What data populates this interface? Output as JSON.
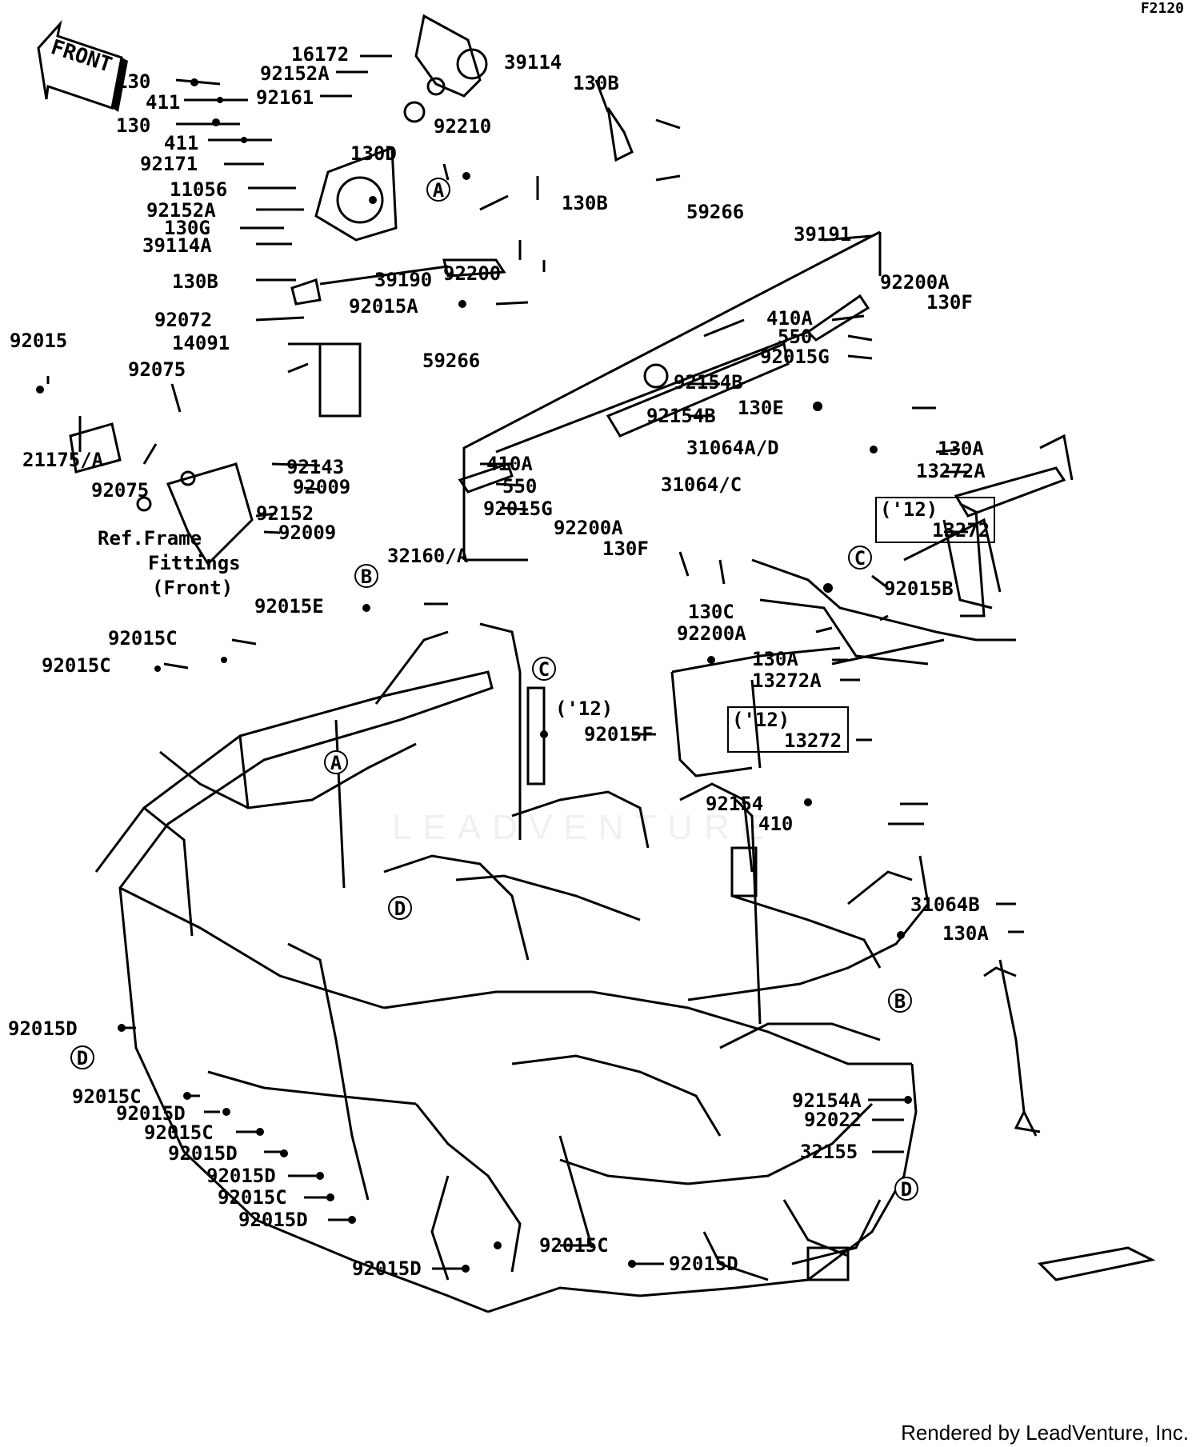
{
  "figure_code": "F2120",
  "front_label": "FRONT",
  "credit": "Rendered by LeadVenture, Inc.",
  "watermark": "LEADVENTURE",
  "ref_note": [
    "Ref.Frame",
    "Fittings",
    "(Front)"
  ],
  "year_note": "('12)",
  "callouts": [
    "A",
    "B",
    "C",
    "D"
  ],
  "parts": {
    "p16172": "16172",
    "p92152A": "92152A",
    "p92161": "92161",
    "p130": "130",
    "p411": "411",
    "p92171": "92171",
    "p11056": "11056",
    "p130G": "130G",
    "p39114A": "39114A",
    "p130B": "130B",
    "p39114": "39114",
    "p92210": "92210",
    "p130D": "130D",
    "p39190": "39190",
    "p92200": "92200",
    "p92015A": "92015A",
    "p92072": "92072",
    "p14091": "14091",
    "p92015": "92015",
    "p92075": "92075",
    "p21175A": "21175/A",
    "p92143": "92143",
    "p92009": "92009",
    "p92152": "92152",
    "p59266": "59266",
    "p39191": "39191",
    "p410A": "410A",
    "p550": "550",
    "p92015G": "92015G",
    "p92154B": "92154B",
    "p92200A": "92200A",
    "p130F": "130F",
    "p130E": "130E",
    "p31064AD": "31064A/D",
    "p130A": "130A",
    "p13272A": "13272A",
    "p13272": "13272",
    "p31064C": "31064/C",
    "p92015B": "92015B",
    "p32160A": "32160/A",
    "p92015E": "92015E",
    "p92015C": "92015C",
    "p130C": "130C",
    "p92015F": "92015F",
    "p92154": "92154",
    "p410": "410",
    "p31064B": "31064B",
    "p92015D": "92015D",
    "p92154A": "92154A",
    "p92022": "92022",
    "p32155": "32155"
  }
}
